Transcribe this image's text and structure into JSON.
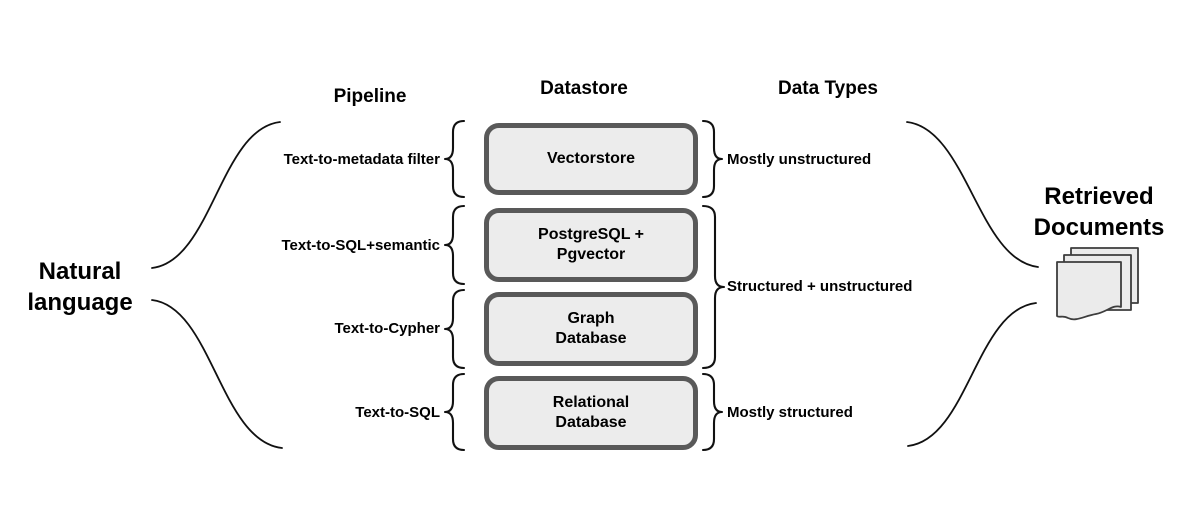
{
  "diagram": {
    "source": {
      "label": "Natural\nlanguage"
    },
    "target": {
      "label": "Retrieved\nDocuments",
      "icon": "documents-stack-icon"
    },
    "headers": {
      "pipeline": "Pipeline",
      "datastore": "Datastore",
      "data_types": "Data Types"
    },
    "rows": [
      {
        "pipeline": "Text-to-metadata filter",
        "datastore": "Vectorstore"
      },
      {
        "pipeline": "Text-to-SQL+semantic",
        "datastore": "PostgreSQL +\nPgvector"
      },
      {
        "pipeline": "Text-to-Cypher",
        "datastore": "Graph\nDatabase"
      },
      {
        "pipeline": "Text-to-SQL",
        "datastore": "Relational\nDatabase"
      }
    ],
    "data_types": [
      {
        "label": "Mostly unstructured"
      },
      {
        "label": "Structured + unstructured"
      },
      {
        "label": "Mostly structured"
      }
    ],
    "colors": {
      "box_fill": "#ececec",
      "box_border": "#595959",
      "line": "#111111",
      "text": "#000000"
    }
  }
}
